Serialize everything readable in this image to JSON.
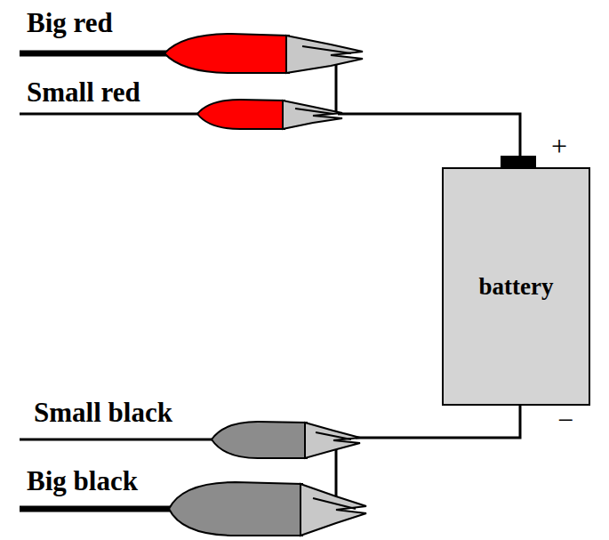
{
  "diagram": {
    "nodes": [
      {
        "text": [
          "battery"
        ]
      }
    ],
    "labels": [
      "Big red",
      "Small red",
      "Small black",
      "Big black",
      "+",
      "−"
    ]
  }
}
